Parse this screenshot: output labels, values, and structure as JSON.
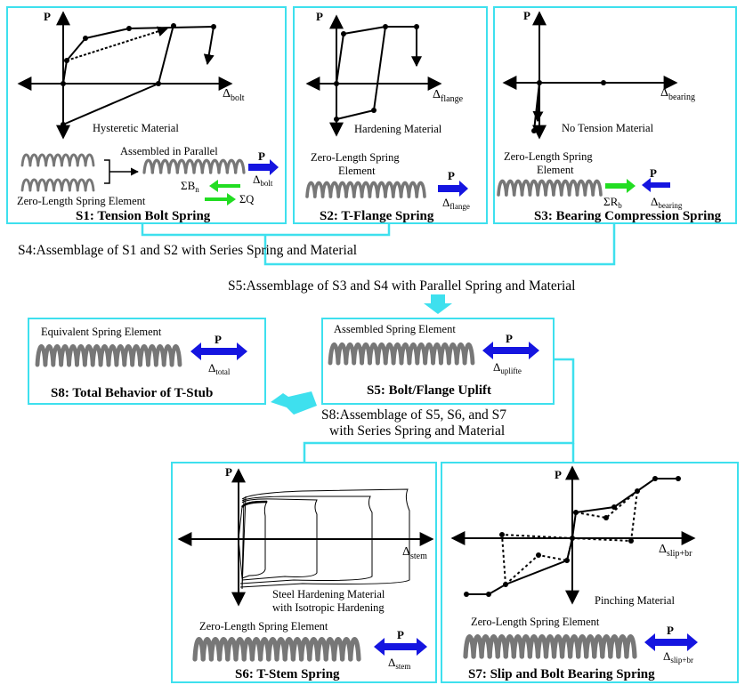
{
  "panels": {
    "s1": {
      "caption": "S1: Tension Bolt Spring",
      "material": "Hysteretic Material",
      "parallel_label": "Assembled in Parallel",
      "element": "Zero-Length Spring Element",
      "p": "P",
      "delta": "Δ",
      "delta_sub": "bolt",
      "sum_b": "ΣB",
      "sum_b_sub": "n",
      "sum_q": "ΣQ"
    },
    "s2": {
      "caption": "S2: T-Flange Spring",
      "material": "Hardening Material",
      "element_line1": "Zero-Length Spring",
      "element_line2": "Element",
      "p": "P",
      "delta": "Δ",
      "delta_sub": "flange"
    },
    "s3": {
      "caption": "S3: Bearing Compression Spring",
      "material": "No Tension Material",
      "element_line1": "Zero-Length Spring",
      "element_line2": "Element",
      "p": "P",
      "delta": "Δ",
      "delta_sub": "bearing",
      "sum_r": "ΣR",
      "sum_r_sub": "b"
    },
    "s5": {
      "caption": "S5: Bolt/Flange Uplift",
      "element": "Assembled Spring Element",
      "p": "P",
      "delta": "Δ",
      "delta_sub": "uplifte"
    },
    "s6": {
      "caption": "S6: T-Stem Spring",
      "material_line1": "Steel Hardening Material",
      "material_line2": "with Isotropic Hardening",
      "element": "Zero-Length Spring Element",
      "p": "P",
      "delta": "Δ",
      "delta_sub": "stem"
    },
    "s7": {
      "caption": "S7: Slip and Bolt Bearing Spring",
      "material": "Pinching Material",
      "element": "Zero-Length Spring Element",
      "p": "P",
      "delta": "Δ",
      "delta_sub": "slip+br"
    },
    "s8": {
      "caption": "S8: Total Behavior of T-Stub",
      "element": "Equivalent Spring Element",
      "p": "P",
      "delta": "Δ",
      "delta_sub": "total"
    }
  },
  "assemblage": {
    "s4": "S4:Assemblage of S1 and S2 with Series Spring and Material",
    "s5": "S5:Assemblage of S3 and S4 with Parallel Spring and Material",
    "s8_line1": "S8:Assemblage of S5, S6, and S7",
    "s8_line2": "with Series Spring and Material"
  },
  "colors": {
    "panel_border": "#3ee0ee",
    "arrow_blue": "#1515e0",
    "arrow_green": "#22dd22",
    "arrow_cyan": "#3ee0ee",
    "spring": "#777777"
  }
}
